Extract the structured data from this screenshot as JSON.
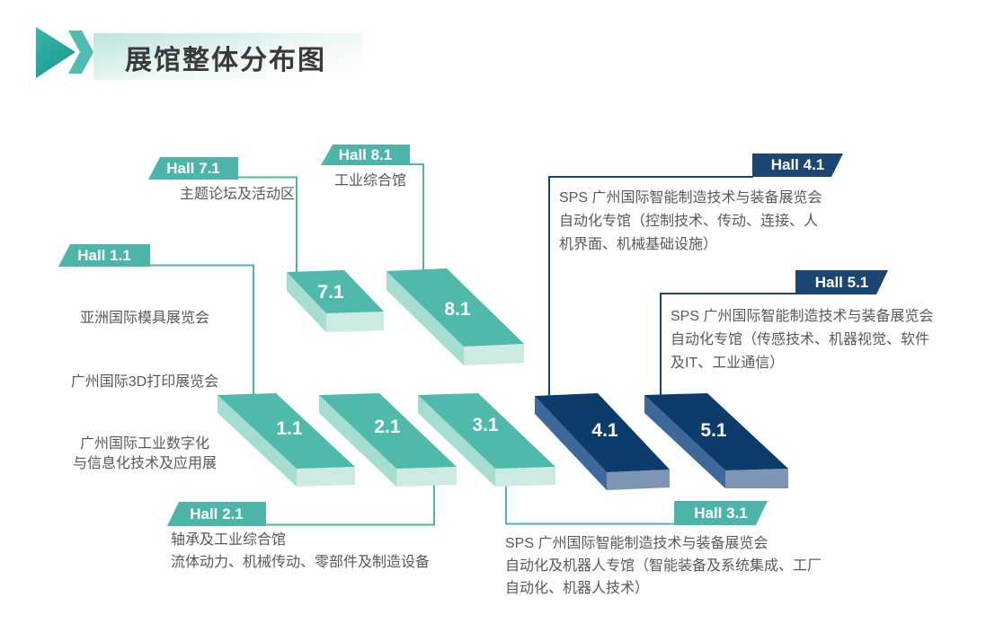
{
  "title": {
    "text": "展馆整体分布图"
  },
  "colors": {
    "teal_accent": "#4cb4a9",
    "teal_slab_top": "#4fb9ab",
    "teal_slab_side": "#a6ddd2",
    "teal_slab_end": "#cdeae3",
    "navy_accent": "#1b4673",
    "navy_slab_top": "#0d3c6c",
    "navy_slab_side": "#3e689a",
    "navy_slab_end": "#7e96b4",
    "text_gray": "#58595b",
    "title_gray": "#3a3a3a"
  },
  "halls": {
    "h71": {
      "banner": "Hall 7.1",
      "slab": "7.1",
      "description": "主题论坛及活动区"
    },
    "h81": {
      "banner": "Hall 8.1",
      "slab": "8.1",
      "description": "工业综合馆"
    },
    "h11": {
      "banner": "Hall 1.1",
      "slab": "1.1",
      "descriptions": [
        "亚洲国际模具展览会",
        "广州国际3D打印展览会",
        "广州国际工业数字化\n与信息化技术及应用展"
      ]
    },
    "h21": {
      "banner": "Hall 2.1",
      "slab": "2.1",
      "description": "轴承及工业综合馆\n流体动力、机械传动、零部件及制造设备"
    },
    "h31": {
      "banner": "Hall 3.1",
      "slab": "3.1",
      "description": "SPS 广州国际智能制造技术与装备展览会\n自动化及机器人专馆（智能装备及系统集成、工厂\n自动化、机器人技术）"
    },
    "h41": {
      "banner": "Hall 4.1",
      "slab": "4.1",
      "description": "SPS 广州国际智能制造技术与装备展览会\n自动化专馆（控制技术、传动、连接、人\n机界面、机械基础设施）"
    },
    "h51": {
      "banner": "Hall 5.1",
      "slab": "5.1",
      "description": "SPS 广州国际智能制造技术与装备展览会\n自动化专馆（传感技术、机器视觉、软件\n及IT、工业通信）"
    }
  }
}
